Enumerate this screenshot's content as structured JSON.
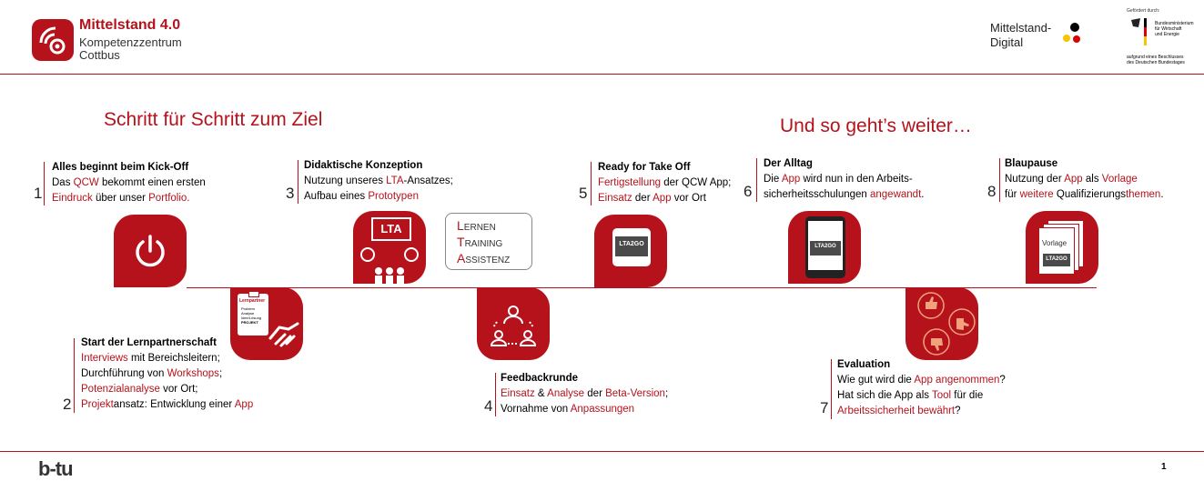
{
  "header": {
    "org_name": "Mittelstand 4.0",
    "org_sub1": "Kompetenzzentrum",
    "org_sub2": "Cottbus",
    "digital_line1": "Mittelstand-",
    "digital_line2": "Digital",
    "gefoerdert": "Gefördert durch:",
    "ministry1": "Bundesministerium",
    "ministry2": "für Wirtschaft",
    "ministry3": "und Energie",
    "beschluss1": "aufgrund eines Beschlusses",
    "beschluss2": "des Deutschen Bundestages"
  },
  "headings": {
    "left": "Schritt für Schritt zum Ziel",
    "right": "Und so geht’s weiter…"
  },
  "lta_box": {
    "l1_first": "L",
    "l1_rest": "ERNEN",
    "l2_first": "T",
    "l2_rest": "RAINING",
    "l3_first": "A",
    "l3_rest": "SSISTENZ"
  },
  "tiles": {
    "lta_label": "LTA",
    "lta2go_label": "LTA2GO",
    "vorlage_label": "Vorlage",
    "clipboard_label": "Lernpartner",
    "clipboard_items": [
      "Problem",
      "Analyse",
      "Idee/Lösung",
      "PROJEKT"
    ]
  },
  "steps": {
    "s1": {
      "num": "1",
      "title": "Alles beginnt beim Kick-Off",
      "l1a": "Das ",
      "l1b": "QCW",
      "l1c": " bekommt einen ersten",
      "l2a": "Eindruck",
      "l2b": " über unser ",
      "l2c": "Portfolio."
    },
    "s2": {
      "num": "2",
      "title": "Start der Lernpartnerschaft",
      "l1a": "Interviews",
      "l1b": " mit Bereichsleitern;",
      "l2a": "Durchführung von ",
      "l2b": "Workshops",
      "l2c": ";",
      "l3a": "Potenzialanalyse",
      "l3b": " vor Ort;",
      "l4a": "Projekt",
      "l4b": "ansatz: Entwicklung einer ",
      "l4c": "App"
    },
    "s3": {
      "num": "3",
      "title": "Didaktische Konzeption",
      "l1a": "Nutzung unseres ",
      "l1b": "LTA",
      "l1c": "-Ansatzes;",
      "l2a": "Aufbau eines ",
      "l2b": "Prototypen"
    },
    "s4": {
      "num": "4",
      "title": "Feedbackrunde",
      "l1a": "Einsatz",
      "l1b": " & ",
      "l1c": "Analyse",
      "l1d": " der ",
      "l1e": "Beta-Version",
      "l1f": ";",
      "l2a": "Vornahme von ",
      "l2b": "Anpassungen"
    },
    "s5": {
      "num": "5",
      "title": "Ready for Take Off",
      "l1a": "Fertigstellung",
      "l1b": " der QCW App;",
      "l2a": "Einsatz",
      "l2b": " der ",
      "l2c": "App",
      "l2d": " vor Ort"
    },
    "s6": {
      "num": "6",
      "title": "Der Alltag",
      "l1a": "Die ",
      "l1b": "App",
      "l1c": " wird nun in den Arbeits-",
      "l2a": "sicherheitsschulungen ",
      "l2b": "angewandt",
      "l2c": "."
    },
    "s7": {
      "num": "7",
      "title": "Evaluation",
      "l1a": "Wie gut wird die ",
      "l1b": "App",
      "l1c": " ",
      "l1d": "angenommen",
      "l1e": "?",
      "l2a": "Hat sich die App als ",
      "l2b": "Tool",
      "l2c": " für die",
      "l3a": "Arbeitssicherheit",
      "l3b": " ",
      "l3c": "bewährt",
      "l3d": "?"
    },
    "s8": {
      "num": "8",
      "title": "Blaupause",
      "l1a": "Nutzung der ",
      "l1b": "App",
      "l1c": " als ",
      "l1d": "Vorlage",
      "l2a": "für ",
      "l2b": "weitere",
      "l2c": " Qualifizierungs",
      "l2d": "themen",
      "l2e": "."
    }
  },
  "footer": {
    "logo": "b-tu",
    "page": "1"
  },
  "colors": {
    "accent": "#b5121b",
    "text": "#000000"
  }
}
